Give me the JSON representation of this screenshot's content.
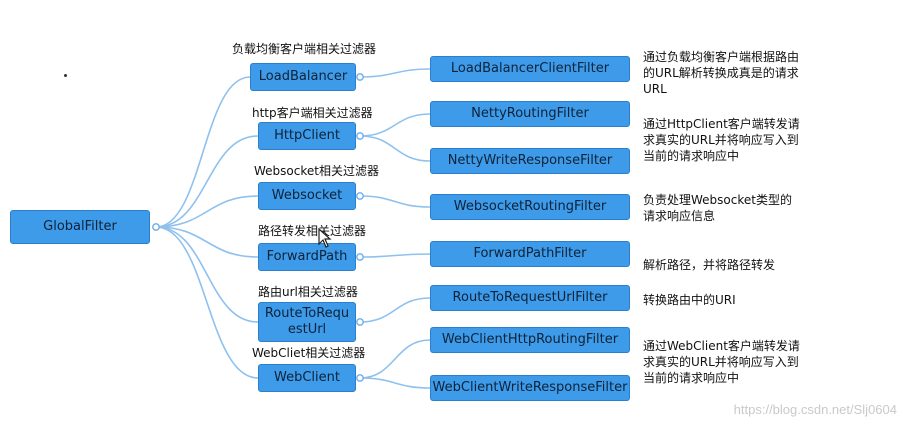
{
  "root": {
    "label": "GlobalFilter"
  },
  "groups": [
    {
      "title": "负载均衡客户端相关过滤器",
      "node": "LoadBalancer",
      "children": [
        "LoadBalancerClientFilter"
      ],
      "description": "通过负载均衡客户端根据路由的URL解析转换成真是的请求URL"
    },
    {
      "title": "http客户端相关过滤器",
      "node": "HttpClient",
      "children": [
        "NettyRoutingFilter",
        "NettyWriteResponseFilter"
      ],
      "description": "通过HttpClient客户端转发请求真实的URL并将响应写入到当前的请求响应中"
    },
    {
      "title": "Websocket相关过滤器",
      "node": "Websocket",
      "children": [
        "WebsocketRoutingFilter"
      ],
      "description": "负责处理Websocket类型的请求响应信息"
    },
    {
      "title": "路径转发相关过滤器",
      "node": "ForwardPath",
      "children": [
        "ForwardPathFilter"
      ],
      "description": "解析路径，并将路径转发"
    },
    {
      "title": "路由url相关过滤器",
      "node": "RouteToRequestUrl",
      "node_lines": [
        "RouteToRequ",
        "estUrl"
      ],
      "children": [
        "RouteToRequestUrlFilter"
      ],
      "description": "转换路由中的URI"
    },
    {
      "title": "WebCliet相关过滤器",
      "node": "WebClient",
      "children": [
        "WebClientHttpRoutingFilter",
        "WebClientWriteResponseFilter"
      ],
      "description": "通过WebClient客户端转发请求真实的URL并将响应写入到当前的请求响应中"
    }
  ],
  "watermark": "https://blog.csdn.net/Slj0604",
  "colors": {
    "node_fill": "#3d9be9",
    "node_border": "#2a7fcf",
    "connector": "#8fc1ee"
  }
}
